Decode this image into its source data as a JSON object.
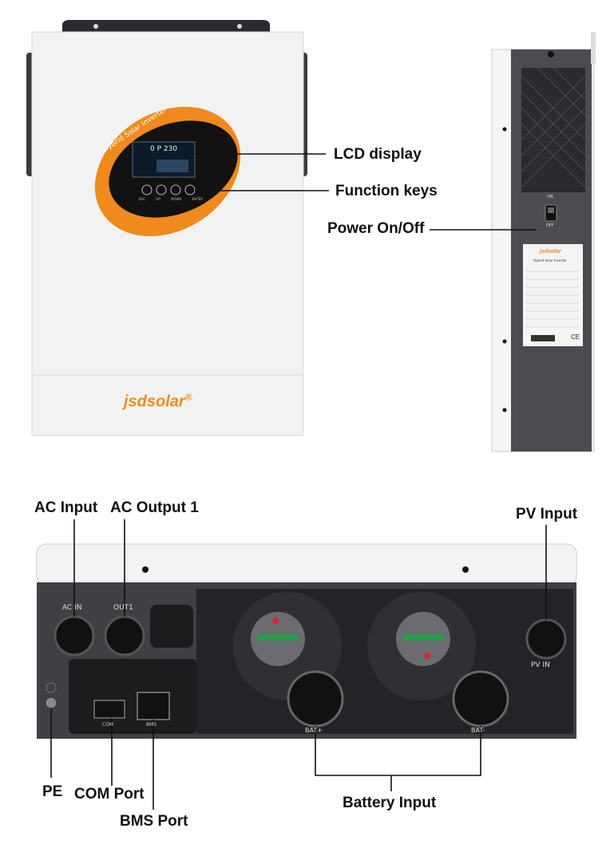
{
  "colors": {
    "orange": "#f08a1c",
    "panel_white": "#f3f3f3",
    "dark_gray": "#4a4c50",
    "black_panel": "#1b1c1e"
  },
  "front": {
    "brand": "jsdsolar",
    "brand_mark": "®",
    "arc_text": "Hybrid Solar Inverter",
    "lcd_reading": "0 P 230",
    "keys": [
      "ESC",
      "UP",
      "DOWN",
      "ENTER"
    ]
  },
  "side": {
    "switch_on": "ON",
    "switch_off": "OFF",
    "label_brand": "jsdsolar",
    "label_title": "Hybrid Solar Inverter",
    "ce_mark": "CE"
  },
  "rear": {
    "ports": {
      "ac_in": "AC IN",
      "out1": "OUT1",
      "pv_in": "PV IN",
      "com": "COM",
      "bms": "BMS",
      "bat_plus": "BAT+",
      "bat_minus": "BAT-"
    }
  },
  "callouts": {
    "lcd_display": "LCD display",
    "function_keys": "Function keys",
    "power_onoff": "Power On/Off",
    "ac_input": "AC Input",
    "ac_output1": "AC Output 1",
    "pv_input": "PV Input",
    "pe": "PE",
    "com_port": "COM Port",
    "bms_port": "BMS Port",
    "battery_input": "Battery Input"
  }
}
